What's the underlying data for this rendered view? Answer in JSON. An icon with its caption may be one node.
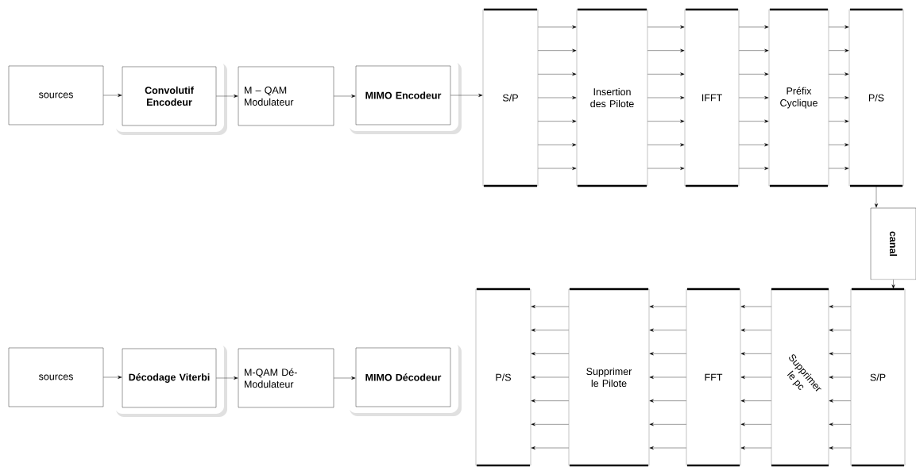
{
  "diagram": {
    "nodes": [
      {
        "text": [
          "sources"
        ]
      },
      {
        "text": [
          "Convolutif Encodeur"
        ]
      },
      {
        "text": [
          "M – QAM Modulateur"
        ]
      },
      {
        "text": [
          "MIMO Encodeur"
        ]
      },
      {
        "text": [
          "S/P"
        ]
      },
      {
        "text": [
          "Insertion des Pilote"
        ]
      },
      {
        "text": [
          "IFFT"
        ]
      },
      {
        "text": [
          "Préfix Cyclique"
        ]
      },
      {
        "text": [
          "P/S"
        ]
      },
      {
        "text": [
          "canal"
        ]
      },
      {
        "text": [
          "sources"
        ]
      },
      {
        "text": [
          "Décodage Viterbi"
        ]
      },
      {
        "text": [
          "M-QAM Dé-Modulateur"
        ]
      },
      {
        "text": [
          "MIMO Décodeur"
        ]
      },
      {
        "text": [
          "P/S"
        ]
      },
      {
        "text": [
          "Supprimer le Pilote"
        ]
      },
      {
        "text": [
          "FFT"
        ]
      },
      {
        "text": [
          "Supprimer le pc"
        ]
      },
      {
        "text": [
          "S/P"
        ]
      }
    ],
    "edges": [
      {
        "from": 0,
        "to": 1,
        "arrow": "to"
      },
      {
        "from": 1,
        "to": 2,
        "arrow": "to"
      },
      {
        "from": 2,
        "to": 3,
        "arrow": "to"
      },
      {
        "from": 3,
        "to": 4,
        "arrow": "to"
      },
      {
        "from": 4,
        "to": 5,
        "arrow": "to"
      },
      {
        "from": 4,
        "to": 5,
        "arrow": "to"
      },
      {
        "from": 4,
        "to": 5,
        "arrow": "to"
      },
      {
        "from": 4,
        "to": 5,
        "arrow": "to"
      },
      {
        "from": 4,
        "to": 5,
        "arrow": "to"
      },
      {
        "from": 4,
        "to": 5,
        "arrow": "to"
      },
      {
        "from": 4,
        "to": 5,
        "arrow": "to"
      },
      {
        "from": 5,
        "to": 6,
        "arrow": "to"
      },
      {
        "from": 5,
        "to": 6,
        "arrow": "to"
      },
      {
        "from": 5,
        "to": 6,
        "arrow": "to"
      },
      {
        "from": 5,
        "to": 6,
        "arrow": "to"
      },
      {
        "from": 5,
        "to": 6,
        "arrow": "to"
      },
      {
        "from": 5,
        "to": 6,
        "arrow": "to"
      },
      {
        "from": 5,
        "to": 6,
        "arrow": "to"
      },
      {
        "from": 6,
        "to": 7,
        "arrow": "to"
      },
      {
        "from": 6,
        "to": 7,
        "arrow": "to"
      },
      {
        "from": 6,
        "to": 7,
        "arrow": "to"
      },
      {
        "from": 6,
        "to": 7,
        "arrow": "to"
      },
      {
        "from": 6,
        "to": 7,
        "arrow": "to"
      },
      {
        "from": 6,
        "to": 7,
        "arrow": "to"
      },
      {
        "from": 6,
        "to": 7,
        "arrow": "to"
      },
      {
        "from": 7,
        "to": 8,
        "arrow": "to"
      },
      {
        "from": 7,
        "to": 8,
        "arrow": "to"
      },
      {
        "from": 7,
        "to": 8,
        "arrow": "to"
      },
      {
        "from": 7,
        "to": 8,
        "arrow": "to"
      },
      {
        "from": 7,
        "to": 8,
        "arrow": "to"
      },
      {
        "from": 7,
        "to": 8,
        "arrow": "to"
      },
      {
        "from": 7,
        "to": 8,
        "arrow": "to"
      },
      {
        "from": 8,
        "to": 9,
        "arrow": "to"
      },
      {
        "from": 9,
        "to": 18,
        "arrow": "to"
      },
      {
        "from": 18,
        "to": 17,
        "arrow": "to"
      },
      {
        "from": 18,
        "to": 17,
        "arrow": "to"
      },
      {
        "from": 18,
        "to": 17,
        "arrow": "to"
      },
      {
        "from": 18,
        "to": 17,
        "arrow": "to"
      },
      {
        "from": 18,
        "to": 17,
        "arrow": "to"
      },
      {
        "from": 18,
        "to": 17,
        "arrow": "to"
      },
      {
        "from": 18,
        "to": 17,
        "arrow": "to"
      },
      {
        "from": 17,
        "to": 16,
        "arrow": "to"
      },
      {
        "from": 17,
        "to": 16,
        "arrow": "to"
      },
      {
        "from": 17,
        "to": 16,
        "arrow": "to"
      },
      {
        "from": 17,
        "to": 16,
        "arrow": "to"
      },
      {
        "from": 17,
        "to": 16,
        "arrow": "to"
      },
      {
        "from": 17,
        "to": 16,
        "arrow": "to"
      },
      {
        "from": 17,
        "to": 16,
        "arrow": "to"
      },
      {
        "from": 16,
        "to": 15,
        "arrow": "to"
      },
      {
        "from": 16,
        "to": 15,
        "arrow": "to"
      },
      {
        "from": 16,
        "to": 15,
        "arrow": "to"
      },
      {
        "from": 16,
        "to": 15,
        "arrow": "to"
      },
      {
        "from": 16,
        "to": 15,
        "arrow": "to"
      },
      {
        "from": 16,
        "to": 15,
        "arrow": "to"
      },
      {
        "from": 16,
        "to": 15,
        "arrow": "to"
      },
      {
        "from": 15,
        "to": 14,
        "arrow": "to"
      },
      {
        "from": 15,
        "to": 14,
        "arrow": "to"
      },
      {
        "from": 15,
        "to": 14,
        "arrow": "to"
      },
      {
        "from": 15,
        "to": 14,
        "arrow": "to"
      },
      {
        "from": 15,
        "to": 14,
        "arrow": "to"
      },
      {
        "from": 15,
        "to": 14,
        "arrow": "to"
      },
      {
        "from": 15,
        "to": 14,
        "arrow": "to"
      },
      {
        "from": 10,
        "to": 11,
        "arrow": "to"
      },
      {
        "from": 11,
        "to": 12,
        "arrow": "to"
      },
      {
        "from": 12,
        "to": 13,
        "arrow": "to"
      }
    ]
  }
}
